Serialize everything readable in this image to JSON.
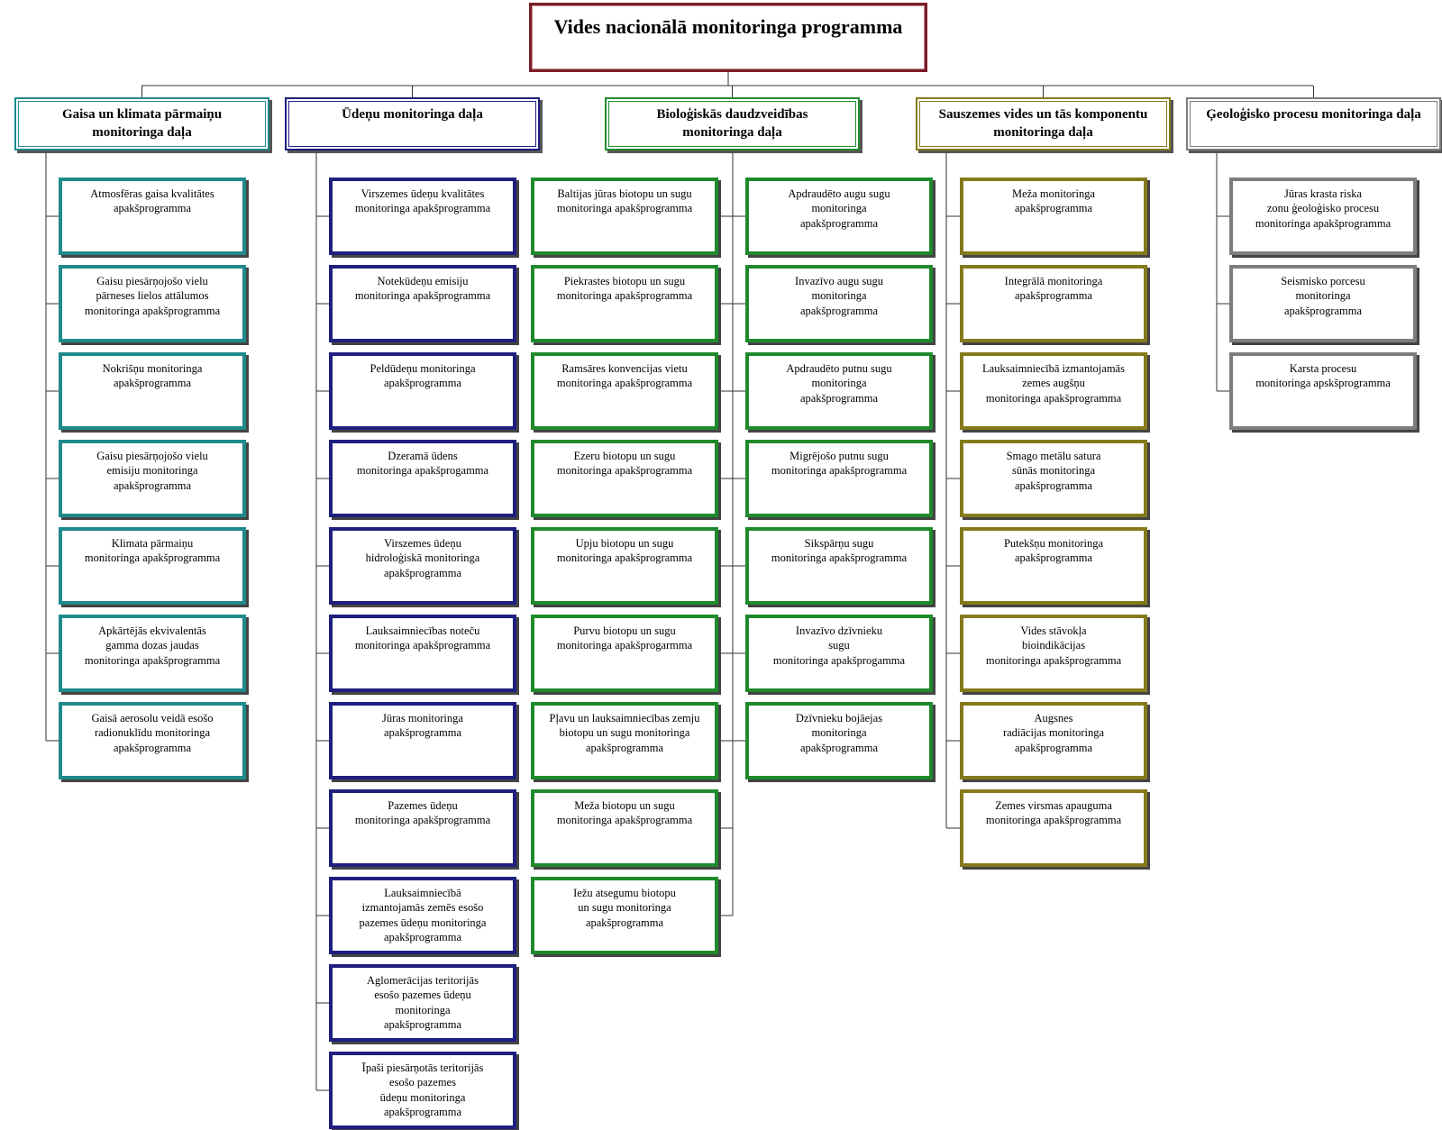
{
  "root": {
    "title": "Vides nacionālā monitoringa programma",
    "color": "#7a1d28"
  },
  "departments": [
    {
      "title": "Gaisa un klimata pārmaiņu\nmonitoringa daļa",
      "color": "#1f8a8c",
      "columns": [
        [
          "Atmosfēras gaisa kvalitātes\napakšprogramma",
          "Gaisu piesārņojošo vielu\npārneses lielos attālumos\nmonitoringa apakšprogramma",
          "Nokrišņu monitoringa\napakšprogramma",
          "Gaisu piesārņojošo vielu\nemisiju monitoringa\napakšprogramma",
          "Klimata pārmaiņu\nmonitoringa apakšprogramma",
          "Apkārtējās ekvivalentās\ngamma dozas jaudas\nmonitoringa apakšprogramma",
          "Gaisā aerosolu veidā esošo\nradionuklīdu monitoringa\napakšprogramma"
        ]
      ]
    },
    {
      "title": "Ūdeņu monitoringa daļa",
      "color": "#1e1f7e",
      "columns": [
        [
          "Virszemes ūdeņu kvalitātes\nmonitoringa apakšprogramma",
          "Notekūdeņu emisiju\nmonitoringa apakšprogramma",
          "Peldūdeņu monitoringa\napakšprogramma",
          "Dzeramā ūdens\nmonitoringa apakšprogamma",
          "Virszemes ūdeņu\nhidroloģiskā monitoringa\napakšprogramma",
          "Lauksaimniecības noteču\nmonitoringa apakšprogramma",
          "Jūras monitoringa\napakšprogramma",
          "Pazemes ūdeņu\nmonitoringa apakšprogramma",
          "Lauksaimniecībā\nizmantojamās zemēs esošo\npazemes ūdeņu monitoringa\napakšprogramma",
          "Aglomerācijas teritorijās\nesošo pazemes ūdeņu\nmonitoringa\napakšprogramma",
          "Īpaši piesārņotās teritorijās\nesošo pazemes\nūdeņu monitoringa\napakšprogramma"
        ]
      ]
    },
    {
      "title": "Bioloģiskās daudzveidības\nmonitoringa daļa",
      "color": "#1f8a2c",
      "columns": [
        [
          "Baltijas jūras biotopu un sugu\nmonitoringa apakšprogramma",
          "Piekrastes biotopu un sugu\nmonitoringa apakšprogramma",
          "Ramsāres konvencijas  vietu\nmonitoringa apakšprogramma",
          "Ezeru biotopu un sugu\nmonitoringa apakšprogramma",
          "Upju biotopu un sugu\nmonitoringa apakšprogramma",
          "Purvu biotopu un sugu\nmonitoringa apakšprogarmma",
          "Pļavu un lauksaimniecības zemju\nbiotopu un sugu monitoringa\napakšprogramma",
          "Meža biotopu un sugu\nmonitoringa apakšprogramma",
          "Iežu atsegumu biotopu\nun sugu monitoringa\napakšprogramma"
        ],
        [
          "Apdraudēto augu sugu\nmonitoringa\napakšprogramma",
          "Invazīvo augu sugu\nmonitoringa\napakšprogramma",
          "Apdraudēto putnu sugu\nmonitoringa\napakšprogramma",
          "Migrējošo putnu sugu\nmonitoringa apakšprogramma",
          "Sikspārņu sugu\nmonitoringa apakšprogramma",
          "Invazīvo dzīvnieku\nsugu\nmonitoringa apakšprogamma",
          "Dzīvnieku bojāejas\nmonitoringa\napakšprogramma"
        ]
      ]
    },
    {
      "title": "Sauszemes vides un tās komponentu\nmonitoringa daļa",
      "color": "#857a1b",
      "columns": [
        [
          "Meža monitoringa\napakšprogramma",
          "Integrālā monitoringa\napakšprogramma",
          "Lauksaimniecībā izmantojamās\nzemes augšņu\nmonitoringa apakšprogramma",
          "Smago metālu satura\nsūnās monitoringa\napakšprogramma",
          "Putekšņu monitoringa\napakšprogramma",
          "Vides stāvokļa\nbioindikācijas\nmonitoringa apakšprogramma",
          "Augsnes\nradiācijas monitoringa\napakšprogramma",
          "Zemes virsmas apauguma\nmonitoringa apakšprogramma"
        ]
      ]
    },
    {
      "title": "Ģeoloģisko procesu monitoringa daļa",
      "color": "#7d7d7d",
      "columns": [
        [
          "Jūras krasta riska\nzonu ģeoloģisko procesu\nmonitoringa apakšprogramma",
          "Seismisko porcesu\nmonitoringa\napakšprogramma",
          "Karsta procesu\nmonitoringa apskšprogramma"
        ]
      ]
    }
  ]
}
